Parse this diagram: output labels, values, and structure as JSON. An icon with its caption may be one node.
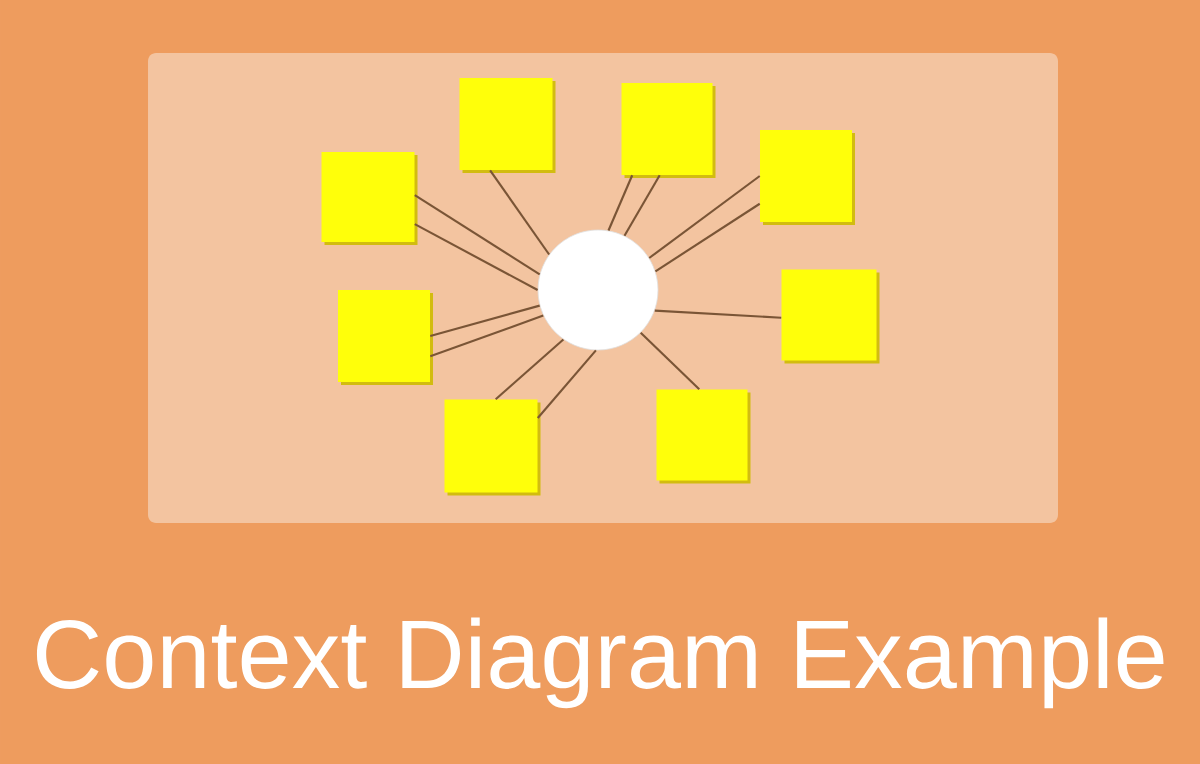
{
  "diagram": {
    "title": "Context Diagram Example",
    "nodes": [
      {
        "text": [],
        "shape": "box"
      },
      {
        "text": [],
        "shape": "box"
      },
      {
        "text": [],
        "shape": "box"
      },
      {
        "text": [],
        "shape": "box"
      },
      {
        "text": [],
        "shape": "circle"
      },
      {
        "text": [],
        "shape": "box"
      },
      {
        "text": [],
        "shape": "box"
      },
      {
        "text": [],
        "shape": "box"
      },
      {
        "text": [],
        "shape": "box"
      }
    ],
    "edges": [
      {
        "from": 0,
        "to": 4,
        "arrow": "none"
      },
      {
        "from": 1,
        "to": 4,
        "arrow": "none"
      },
      {
        "from": 1,
        "to": 4,
        "arrow": "none"
      },
      {
        "from": 2,
        "to": 4,
        "arrow": "none"
      },
      {
        "from": 2,
        "to": 4,
        "arrow": "none"
      },
      {
        "from": 3,
        "to": 4,
        "arrow": "none"
      },
      {
        "from": 3,
        "to": 4,
        "arrow": "none"
      },
      {
        "from": 5,
        "to": 4,
        "arrow": "none"
      },
      {
        "from": 6,
        "to": 4,
        "arrow": "none"
      },
      {
        "from": 6,
        "to": 4,
        "arrow": "none"
      },
      {
        "from": 7,
        "to": 4,
        "arrow": "none"
      },
      {
        "from": 8,
        "to": 4,
        "arrow": "none"
      },
      {
        "from": 8,
        "to": 4,
        "arrow": "none"
      }
    ]
  }
}
